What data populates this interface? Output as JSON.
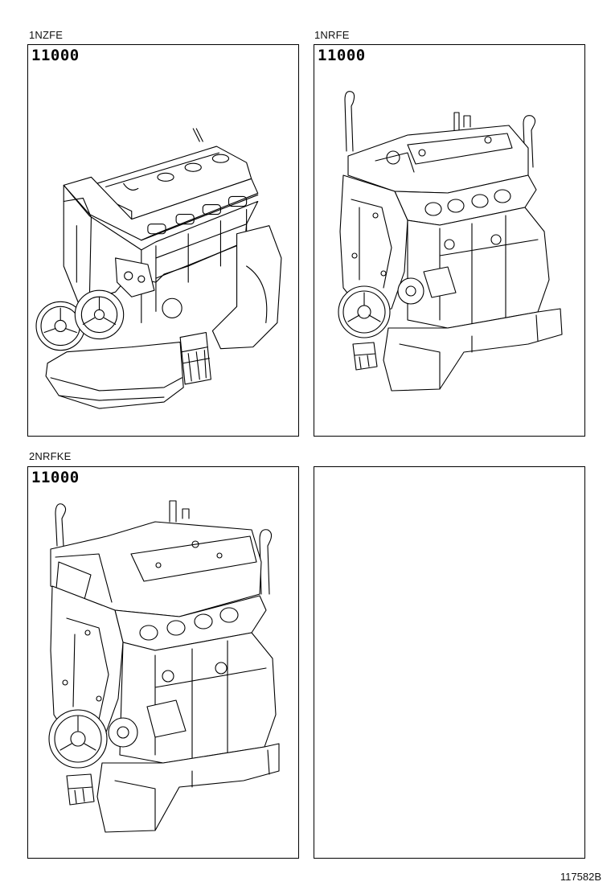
{
  "diagram": {
    "figure_id": "117582B",
    "panels": [
      {
        "engine_code": "1NZFE",
        "part_number": "11000",
        "illustration": "engine-assembly-1nzfe"
      },
      {
        "engine_code": "1NRFE",
        "part_number": "11000",
        "illustration": "engine-assembly-1nrfe"
      },
      {
        "engine_code": "2NRFKE",
        "part_number": "11000",
        "illustration": "engine-assembly-2nrfke"
      },
      {
        "engine_code": "",
        "part_number": "",
        "illustration": ""
      }
    ]
  }
}
